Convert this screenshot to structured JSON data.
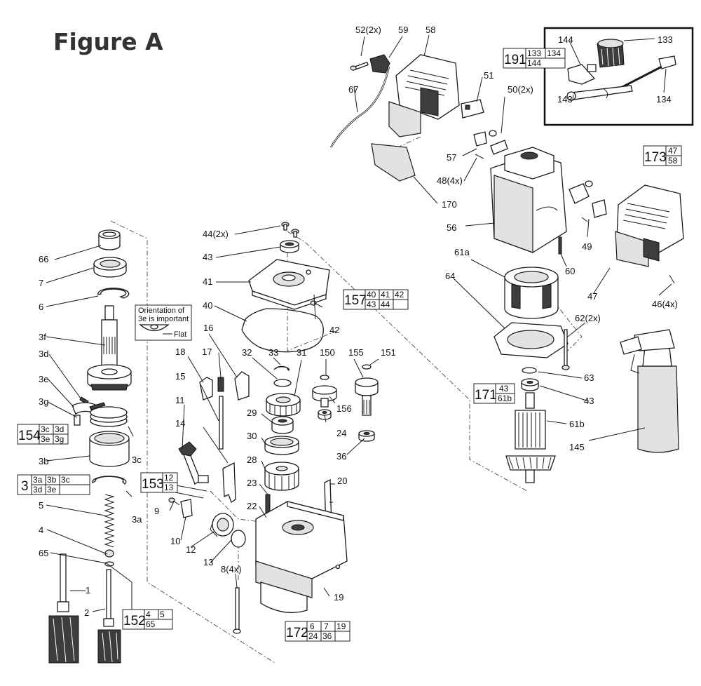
{
  "figure_title": "Figure A",
  "note": {
    "line1": "Orientation of",
    "line2": "3e is important",
    "line3": "Flat"
  },
  "labels": {
    "l66": "66",
    "l7": "7",
    "l6": "6",
    "l3f": "3f",
    "l3d": "3d",
    "l3e": "3e",
    "l3g": "3g",
    "l3c": "3c",
    "l3b": "3b",
    "l3a": "3a",
    "l5": "5",
    "l4": "4",
    "l65": "65",
    "l1": "1",
    "l2": "2",
    "l44": "44(2x)",
    "l43a": "43",
    "l41": "41",
    "l40": "40",
    "l42": "42",
    "l16": "16",
    "l18": "18",
    "l17": "17",
    "l15": "15",
    "l11": "11",
    "l14": "14",
    "l32": "32",
    "l33": "33",
    "l31": "31",
    "l29": "29",
    "l30": "30",
    "l28": "28",
    "l150": "150",
    "l155": "155",
    "l151": "151",
    "l156": "156",
    "l24": "24",
    "l36": "36",
    "l23": "23",
    "l22": "22",
    "l20": "20",
    "l9": "9",
    "l10": "10",
    "l12": "12",
    "l13": "13",
    "l8": "8(4x)",
    "l19": "19",
    "l52": "52(2x)",
    "l59": "59",
    "l58": "58",
    "l67": "67",
    "l51": "51",
    "l50": "50(2x)",
    "l57": "57",
    "l48": "48(4x)",
    "l170": "170",
    "l56": "56",
    "l61a": "61a",
    "l64": "64",
    "l60": "60",
    "l49": "49",
    "l47": "47",
    "l46": "46(4x)",
    "l62": "62(2x)",
    "l63": "63",
    "l43b": "43",
    "l61b": "61b",
    "l145": "145",
    "l144": "144",
    "l133": "133",
    "l143": "143",
    "l134": "134"
  },
  "kits": [
    {
      "id": "k157",
      "num": "157",
      "items": [
        "40",
        "41",
        "42",
        "43",
        "44"
      ]
    },
    {
      "id": "k154",
      "num": "154",
      "items": [
        "3c",
        "3d",
        "3e",
        "3g"
      ]
    },
    {
      "id": "k3",
      "num": "3",
      "items": [
        "3a",
        "3b",
        "3c",
        "3d",
        "3e"
      ]
    },
    {
      "id": "k153",
      "num": "153",
      "items": [
        "12",
        "13"
      ]
    },
    {
      "id": "k152",
      "num": "152",
      "items": [
        "4",
        "5",
        "65"
      ]
    },
    {
      "id": "k172",
      "num": "172",
      "items": [
        "6",
        "7",
        "19",
        "24",
        "36"
      ]
    },
    {
      "id": "k191",
      "num": "191",
      "items": [
        "133",
        "134",
        "144"
      ]
    },
    {
      "id": "k173",
      "num": "173",
      "items": [
        "47",
        "58"
      ]
    },
    {
      "id": "k171",
      "num": "171",
      "items": [
        "43",
        "61b"
      ]
    }
  ]
}
